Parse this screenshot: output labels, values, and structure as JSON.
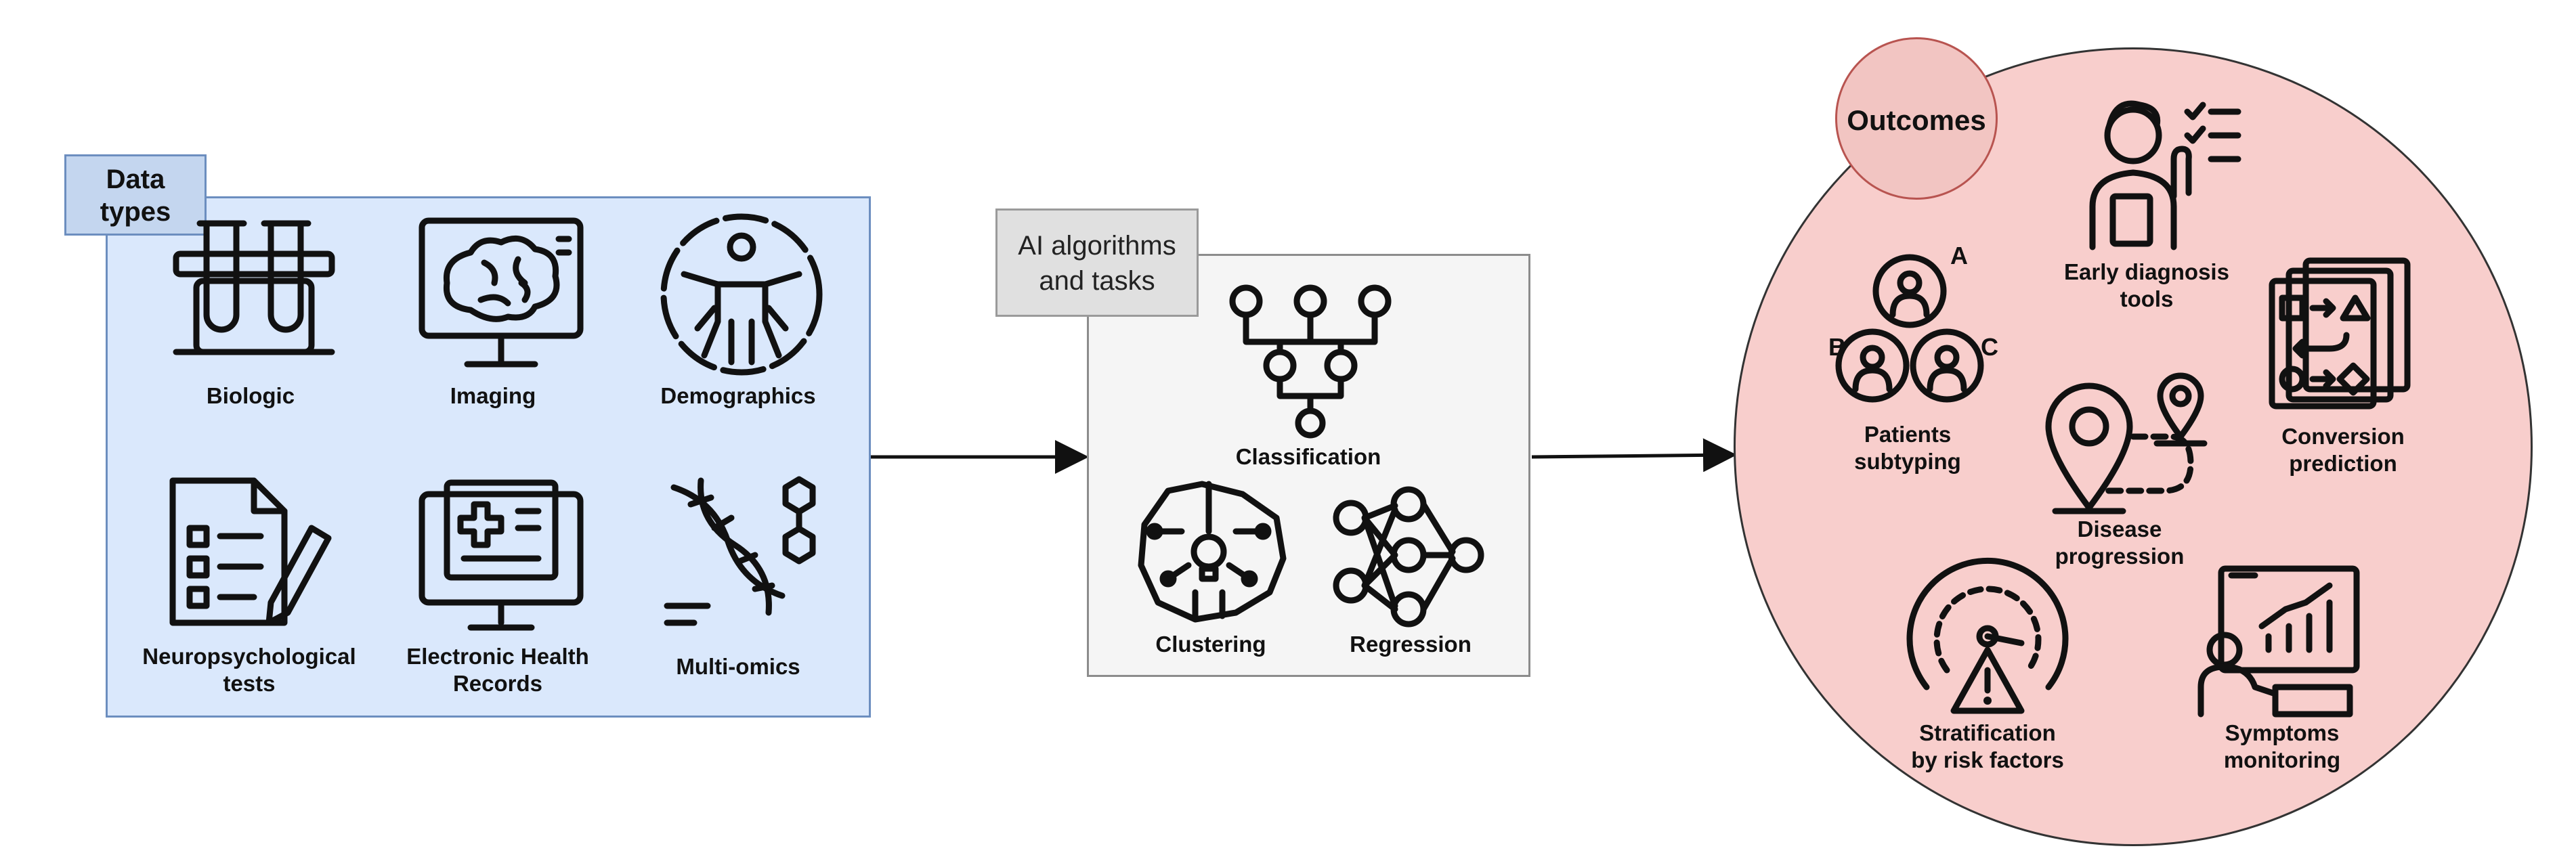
{
  "data_types": {
    "title_line1": "Data",
    "title_line2": "types",
    "items": [
      {
        "label": "Biologic",
        "icon": "test-tubes-icon"
      },
      {
        "label": "Imaging",
        "icon": "brain-scan-icon"
      },
      {
        "label": "Demographics",
        "icon": "human-figure-icon"
      },
      {
        "label_line1": "Neuropsychological",
        "label_line2": "tests",
        "icon": "checklist-pencil-icon"
      },
      {
        "label_line1": "Electronic Health",
        "label_line2": "Records",
        "icon": "ehr-monitor-icon"
      },
      {
        "label": "Multi-omics",
        "icon": "dna-icon"
      }
    ]
  },
  "ai": {
    "title_line1": "AI algorithms",
    "title_line2": "and tasks",
    "items": [
      {
        "label": "Classification",
        "icon": "decision-tree-icon"
      },
      {
        "label": "Clustering",
        "icon": "circuit-brain-icon"
      },
      {
        "label": "Regression",
        "icon": "neural-network-icon"
      }
    ]
  },
  "outcomes": {
    "title": "Outcomes",
    "items": [
      {
        "label_line1": "Early diagnosis",
        "label_line2": "tools",
        "icon": "doctor-checklist-icon"
      },
      {
        "label_line1": "Patients",
        "label_line2": "subtyping",
        "icon": "patient-groups-icon"
      },
      {
        "label_line1": "Conversion",
        "label_line2": "prediction",
        "icon": "flow-cards-icon"
      },
      {
        "label_line1": "Disease",
        "label_line2": "progression",
        "icon": "map-pins-icon"
      },
      {
        "label_line1": "Stratification",
        "label_line2": "by risk factors",
        "icon": "risk-gauge-icon"
      },
      {
        "label_line1": "Symptoms",
        "label_line2": "monitoring",
        "icon": "monitoring-chart-icon"
      }
    ],
    "cluster_labels": {
      "a": "A",
      "b": "B",
      "c": "C"
    }
  },
  "colors": {
    "data_panel": "#dae8fc",
    "ai_panel": "#f5f5f5",
    "outcomes_circle": "#f8cecc"
  }
}
